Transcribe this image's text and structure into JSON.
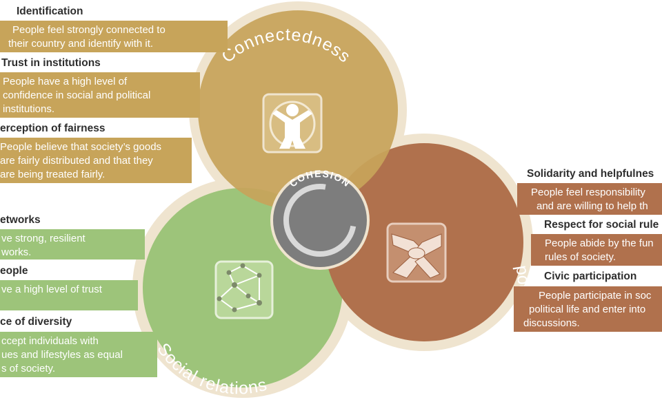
{
  "colors": {
    "gold": "#c7a45a",
    "green": "#9dc47a",
    "rust": "#b0714d",
    "ring": "#efe4cf",
    "center": "#7d7d7d"
  },
  "center": {
    "label": "COHESION"
  },
  "circles": {
    "connectedness": {
      "title": "Connectedness",
      "icon": "person-arms-raised-icon"
    },
    "social": {
      "title": "Social relations",
      "icon": "network-people-icon"
    },
    "common_good": {
      "title": "Focus on the common good",
      "icon": "joined-hands-icon"
    }
  },
  "left_gold": [
    {
      "head": "Identification",
      "lines": [
        "People feel strongly connected to",
        "their country and identify with it."
      ]
    },
    {
      "head": "Trust in institutions",
      "lines": [
        "People have a high level of",
        "confidence in social and political",
        "institutions."
      ]
    },
    {
      "head": "erception of fairness",
      "lines": [
        "People believe that society’s goods",
        "are fairly distributed and that they",
        "are being treated fairly."
      ]
    }
  ],
  "left_green": [
    {
      "head": "etworks",
      "lines": [
        "ve strong, resilient",
        "works."
      ]
    },
    {
      "head": "eople",
      "lines": [
        "ve a high level of trust"
      ]
    },
    {
      "head": "ce of diversity",
      "lines": [
        "ccept individuals with",
        "ues and lifestyles as equal",
        "s of society."
      ]
    }
  ],
  "right_rust": [
    {
      "head": "Solidarity and helpfulnes",
      "lines": [
        "People feel responsibility",
        "and are willing to help th"
      ]
    },
    {
      "head": "Respect for social rule",
      "lines": [
        "People abide by the fun",
        "rules of society."
      ]
    },
    {
      "head": "Civic participation",
      "lines": [
        "People participate in soc",
        "political life and enter into",
        "discussions."
      ]
    }
  ]
}
